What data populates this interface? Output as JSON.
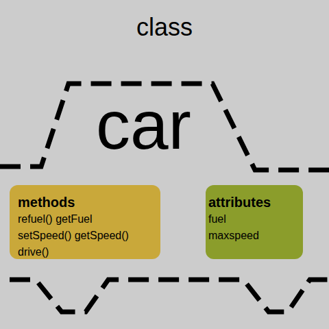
{
  "diagram": {
    "title": "class",
    "nodes": [
      {
        "text": [
          "car"
        ]
      },
      {
        "text": [
          "methods",
          "refuel() getFuel",
          "setSpeed() getSpeed()",
          "drive()"
        ],
        "in": 0
      },
      {
        "text": [
          "attributes",
          "fuel",
          "maxspeed"
        ],
        "in": 0
      }
    ]
  }
}
